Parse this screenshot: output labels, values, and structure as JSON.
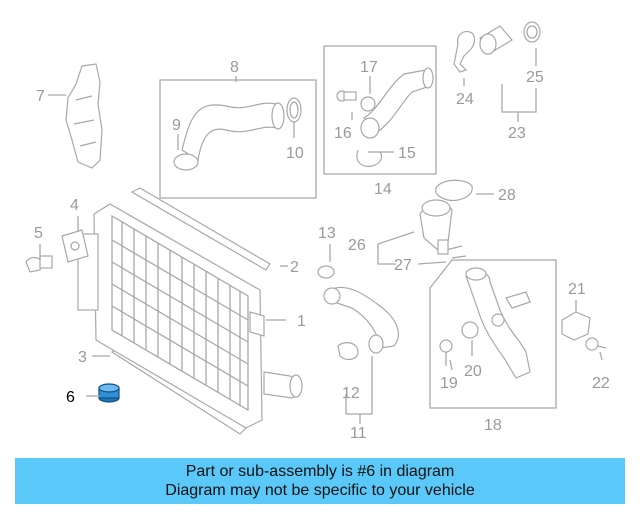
{
  "callouts": {
    "n1": "1",
    "n2": "2",
    "n3": "3",
    "n4": "4",
    "n5": "5",
    "n6": "6",
    "n7": "7",
    "n8": "8",
    "n9": "9",
    "n10": "10",
    "n11": "11",
    "n12": "12",
    "n13": "13",
    "n14": "14",
    "n15": "15",
    "n16": "16",
    "n17": "17",
    "n18": "18",
    "n19": "19",
    "n20": "20",
    "n21": "21",
    "n22": "22",
    "n23": "23",
    "n24": "24",
    "n25": "25",
    "n26": "26",
    "n27": "27",
    "n28": "28"
  },
  "highlight": {
    "part_number": "6",
    "color": "#2f8fd6"
  },
  "banner": {
    "line1": "Part or sub-assembly is #6 in diagram",
    "line2": "Diagram may not be specific to your vehicle",
    "color": "#5ac8f8"
  }
}
